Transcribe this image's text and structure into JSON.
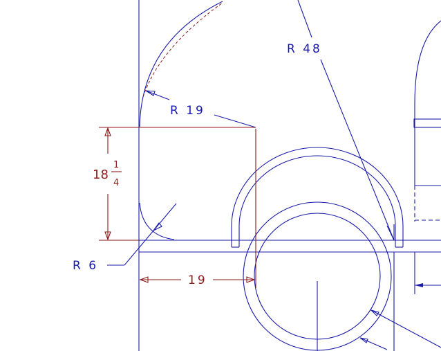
{
  "colors": {
    "geometry": "#1a1aaa",
    "dimension": "#8b1a1a",
    "background": "#ffffff"
  },
  "labels": {
    "r48": "R 48",
    "r19": "R 19",
    "r6": "R 6",
    "height_whole": "18",
    "height_num": "1",
    "height_den": "4",
    "width": "19"
  }
}
